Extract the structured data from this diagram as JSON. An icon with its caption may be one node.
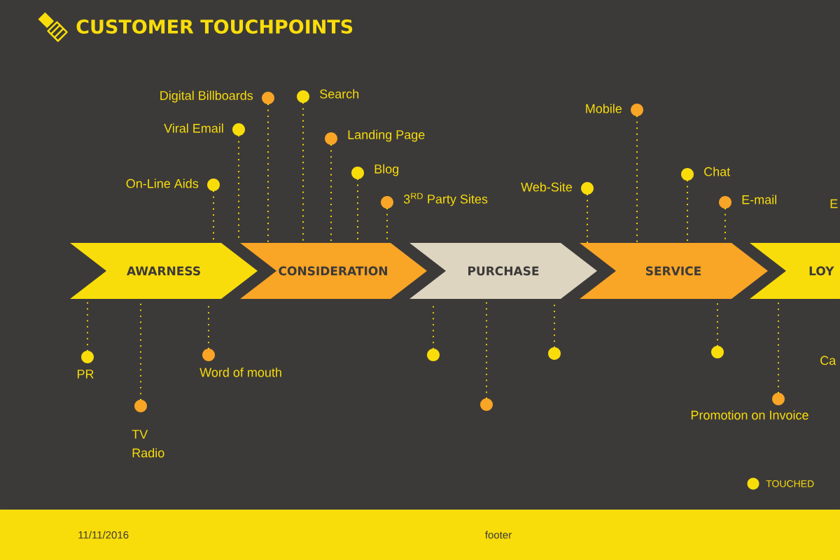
{
  "diagram": {
    "title": "CUSTOMER TOUCHPOINTS",
    "nodes": [
      {
        "text": [
          "AWARNESS"
        ]
      },
      {
        "text": [
          "CONSIDERATION"
        ]
      },
      {
        "text": [
          "PURCHASE"
        ]
      },
      {
        "text": [
          "SERVICE"
        ]
      },
      {
        "text": [
          "LOY"
        ]
      },
      {
        "text": [],
        "shape": "circle",
        "beside": [
          "Digital Billboards"
        ]
      },
      {
        "text": [],
        "shape": "circle",
        "beside": [
          "Search"
        ]
      },
      {
        "text": [],
        "shape": "circle",
        "beside": [
          "Viral Email"
        ]
      },
      {
        "text": [],
        "shape": "circle",
        "beside": [
          "Landing Page"
        ]
      },
      {
        "text": [],
        "shape": "circle",
        "beside": [
          "Blog"
        ]
      },
      {
        "text": [],
        "shape": "circle",
        "beside": [
          "On-Line Aids"
        ]
      },
      {
        "text": [],
        "shape": "circle",
        "beside": [
          "3$^{RD}$ Party Sites"
        ]
      },
      {
        "text": [],
        "shape": "circle",
        "beside": [
          "Mobile"
        ]
      },
      {
        "text": [],
        "shape": "circle",
        "beside": [
          "Web-Site"
        ]
      },
      {
        "text": [],
        "shape": "circle",
        "beside": [
          "Chat"
        ]
      },
      {
        "text": [],
        "shape": "circle",
        "beside": [
          "E-mail"
        ]
      },
      {
        "text": [],
        "shape": "circle",
        "beside": [
          "PR"
        ]
      },
      {
        "text": [],
        "shape": "circle",
        "beside": [
          "TV",
          "Radio"
        ]
      },
      {
        "text": [],
        "shape": "circle",
        "beside": [
          "Word of mouth"
        ]
      },
      {
        "text": [],
        "shape": "circle"
      },
      {
        "text": [],
        "shape": "circle"
      },
      {
        "text": [],
        "shape": "circle"
      },
      {
        "text": [],
        "shape": "circle"
      },
      {
        "text": [],
        "shape": "circle",
        "beside": [
          "Promotion on Invoice"
        ]
      }
    ],
    "edges": [
      {
        "from": 5,
        "to": 1,
        "arrow": "none"
      },
      {
        "from": 6,
        "to": 1,
        "arrow": "none"
      },
      {
        "from": 7,
        "to": 1,
        "arrow": "none"
      },
      {
        "from": 8,
        "to": 1,
        "arrow": "none"
      },
      {
        "from": 9,
        "to": 1,
        "arrow": "none"
      },
      {
        "from": 10,
        "to": 0,
        "arrow": "none"
      },
      {
        "from": 11,
        "to": 1,
        "arrow": "none"
      },
      {
        "from": 12,
        "to": 3,
        "arrow": "none"
      },
      {
        "from": 13,
        "to": 3,
        "arrow": "none"
      },
      {
        "from": 14,
        "to": 3,
        "arrow": "none"
      },
      {
        "from": 15,
        "to": 3,
        "arrow": "none"
      },
      {
        "from": 16,
        "to": 0,
        "arrow": "none"
      },
      {
        "from": 17,
        "to": 0,
        "arrow": "none"
      },
      {
        "from": 18,
        "to": 0,
        "arrow": "none"
      },
      {
        "from": 19,
        "to": 2,
        "arrow": "none"
      },
      {
        "from": 20,
        "to": 2,
        "arrow": "none"
      },
      {
        "from": 21,
        "to": 2,
        "arrow": "none"
      },
      {
        "from": 22,
        "to": 3,
        "arrow": "none"
      },
      {
        "from": 23,
        "to": 4,
        "arrow": "none"
      }
    ],
    "labels": [
      "E",
      "Ca",
      "11/11/2016",
      "footer"
    ],
    "legend": [
      {
        "text": "TOUCHED",
        "color": "#f9dd0b"
      }
    ]
  }
}
